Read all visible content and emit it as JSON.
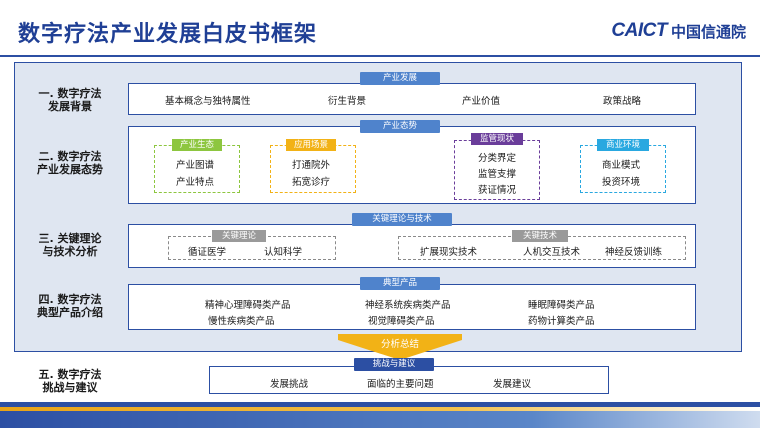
{
  "title": "数字疗法产业发展白皮书框架",
  "logo": {
    "mark": "CAICT",
    "text": "中国信通院"
  },
  "rows": [
    {
      "label_line1": "一. 数字疗法",
      "label_line2": "发展背景",
      "tag": "产业发展",
      "items": [
        "基本概念与独特属性",
        "衍生背景",
        "产业价值",
        "政策战略"
      ]
    },
    {
      "label_line1": "二. 数字疗法",
      "label_line2": "产业发展态势",
      "tag": "产业态势",
      "groups": [
        {
          "tag": "产业生态",
          "color": "#8dc63f",
          "items": [
            "产业图谱",
            "产业特点"
          ]
        },
        {
          "tag": "应用场景",
          "color": "#f2b216",
          "items": [
            "打通院外",
            "拓宽诊疗"
          ]
        },
        {
          "tag": "监管现状",
          "color": "#6a3d9a",
          "items": [
            "分类界定",
            "监管支撑",
            "获证情况"
          ]
        },
        {
          "tag": "商业环境",
          "color": "#29a8e0",
          "items": [
            "商业模式",
            "投资环境"
          ]
        }
      ]
    },
    {
      "label_line1": "三. 关键理论",
      "label_line2": "与技术分析",
      "tag": "关键理论与技术",
      "groups": [
        {
          "tag": "关键理论",
          "items": [
            "循证医学",
            "认知科学"
          ]
        },
        {
          "tag": "关键技术",
          "items": [
            "扩展现实技术",
            "人机交互技术",
            "神经反馈训练"
          ]
        }
      ]
    },
    {
      "label_line1": "四. 数字疗法",
      "label_line2": "典型产品介绍",
      "tag": "典型产品",
      "items_row1": [
        "精神心理障碍类产品",
        "神经系统疾病类产品",
        "睡眠障碍类产品"
      ],
      "items_row2": [
        "慢性疾病类产品",
        "视觉障碍类产品",
        "药物计算类产品"
      ]
    },
    {
      "label_line1": "五. 数字疗法",
      "label_line2": "挑战与建议",
      "tag": "挑战与建议",
      "items": [
        "发展挑战",
        "面临的主要问题",
        "发展建议"
      ]
    }
  ],
  "arrow_label": "分析总结",
  "colors": {
    "primary": "#2c4fa3",
    "tag": "#4f83cc",
    "panel": "#dfe6f1",
    "accent": "#f2b216",
    "bottom_stripe": "#e8a317"
  }
}
